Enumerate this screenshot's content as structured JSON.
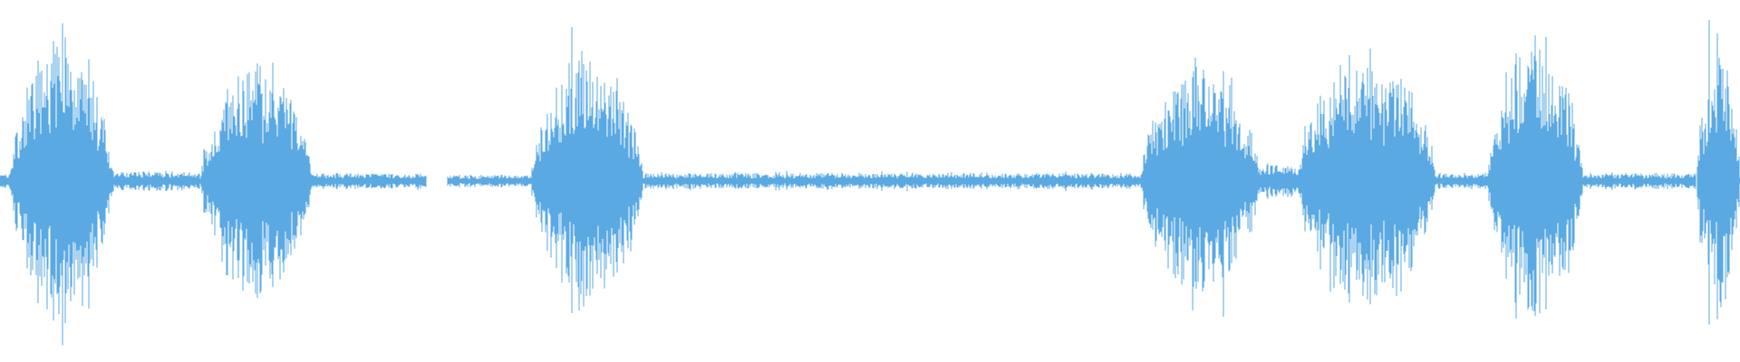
{
  "waveform": {
    "color": "#5aa9e3",
    "background": "#ffffff",
    "channel_count": 1,
    "segments": [
      {
        "start": 0.0,
        "end": 0.006,
        "amp": 0.05
      },
      {
        "start": 0.006,
        "end": 0.065,
        "amp": 0.92
      },
      {
        "start": 0.065,
        "end": 0.115,
        "amp": 0.06
      },
      {
        "start": 0.115,
        "end": 0.18,
        "amp": 0.77
      },
      {
        "start": 0.18,
        "end": 0.245,
        "amp": 0.05
      },
      {
        "start": 0.245,
        "end": 0.257,
        "amp": 0.0
      },
      {
        "start": 0.257,
        "end": 0.305,
        "amp": 0.04
      },
      {
        "start": 0.305,
        "end": 0.37,
        "amp": 0.8
      },
      {
        "start": 0.37,
        "end": 0.655,
        "amp": 0.05
      },
      {
        "start": 0.655,
        "end": 0.725,
        "amp": 0.77
      },
      {
        "start": 0.725,
        "end": 0.745,
        "amp": 0.1
      },
      {
        "start": 0.745,
        "end": 0.825,
        "amp": 0.82
      },
      {
        "start": 0.825,
        "end": 0.855,
        "amp": 0.05
      },
      {
        "start": 0.855,
        "end": 0.91,
        "amp": 0.9
      },
      {
        "start": 0.91,
        "end": 0.975,
        "amp": 0.05
      },
      {
        "start": 0.975,
        "end": 1.0,
        "amp": 0.82
      }
    ]
  }
}
